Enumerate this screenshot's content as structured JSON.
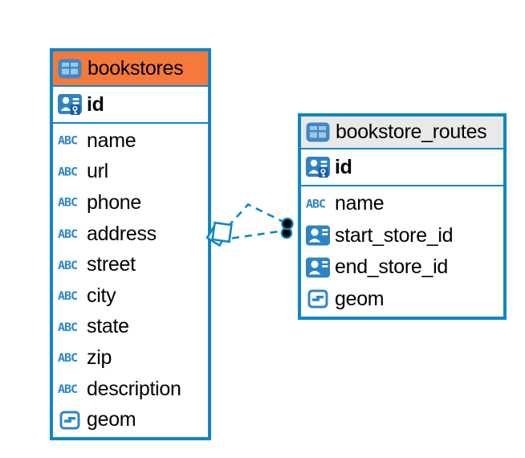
{
  "icons": {
    "text_type_label": "ABC"
  },
  "colors": {
    "accent_blue": "#0f86c8",
    "bookstores_header": "#f5793b",
    "routes_header": "#e9e9e9",
    "icon_blue": "#2e86c8"
  },
  "tables": [
    {
      "name": "bookstores",
      "columns": [
        {
          "label": "id",
          "type": "primary-key"
        },
        {
          "label": "name",
          "type": "text"
        },
        {
          "label": "url",
          "type": "text"
        },
        {
          "label": "phone",
          "type": "text"
        },
        {
          "label": "address",
          "type": "text"
        },
        {
          "label": "street",
          "type": "text"
        },
        {
          "label": "city",
          "type": "text"
        },
        {
          "label": "state",
          "type": "text"
        },
        {
          "label": "zip",
          "type": "text"
        },
        {
          "label": "description",
          "type": "text"
        },
        {
          "label": "geom",
          "type": "geometry"
        }
      ]
    },
    {
      "name": "bookstore_routes",
      "columns": [
        {
          "label": "id",
          "type": "primary-key"
        },
        {
          "label": "name",
          "type": "text"
        },
        {
          "label": "start_store_id",
          "type": "foreign-key"
        },
        {
          "label": "end_store_id",
          "type": "foreign-key"
        },
        {
          "label": "geom",
          "type": "geometry"
        }
      ]
    }
  ],
  "relationships": [
    {
      "from_table": "bookstores",
      "to_table": "bookstore_routes",
      "style": "dashed"
    },
    {
      "from_table": "bookstores",
      "to_table": "bookstore_routes",
      "style": "dashed"
    }
  ]
}
